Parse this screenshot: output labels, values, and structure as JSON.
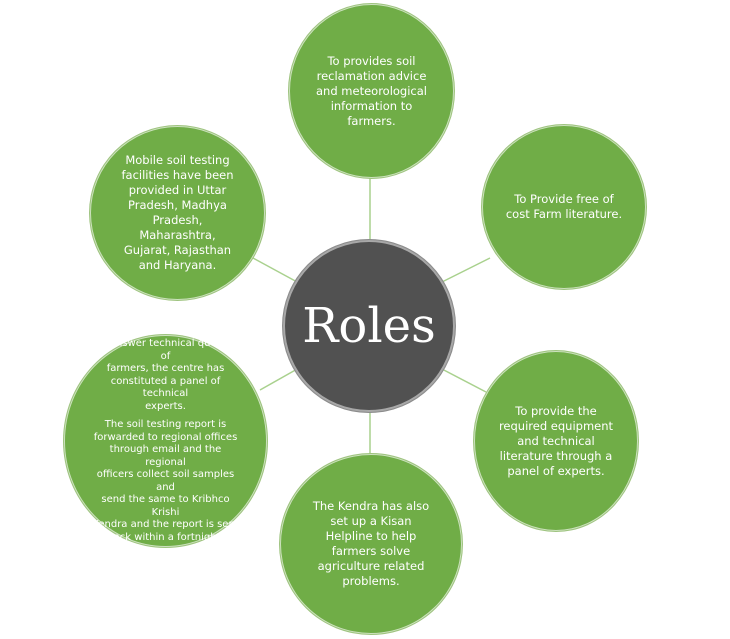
{
  "center": {
    "label": "Roles"
  },
  "nodes": {
    "top": "To provides soil\nreclamation advice\nand meteorological\ninformation to\nfarmers.",
    "right_top": "To Provide free of\ncost Farm literature.",
    "right_bottom": "To provide the\nrequired equipment\nand technical\nliterature through a\npanel of experts.",
    "bottom": "The Kendra has also\nset up a Kisan\nHelpline to help\nfarmers solve\nagriculture related\nproblems.",
    "left_bottom_1": "To answer technical queries of\nfarmers, the centre has\nconstituted a panel of technical\nexperts.",
    "left_bottom_2": "The soil testing report is\nforwarded to regional offices\nthrough email and the regional\nofficers collect soil samples and\nsend the same to Kribhco Krishi\nKendra and the report is sent\nback within a fortnight.",
    "left_top": "Mobile soil testing\nfacilities have been\nprovided in Uttar\nPradesh, Madhya\nPradesh,\nMaharashtra,\nGujarat, Rajasthan\nand Haryana."
  },
  "colors": {
    "node_fill": "#70ad47",
    "center_fill": "#515151",
    "connector": "#a9d18e"
  }
}
